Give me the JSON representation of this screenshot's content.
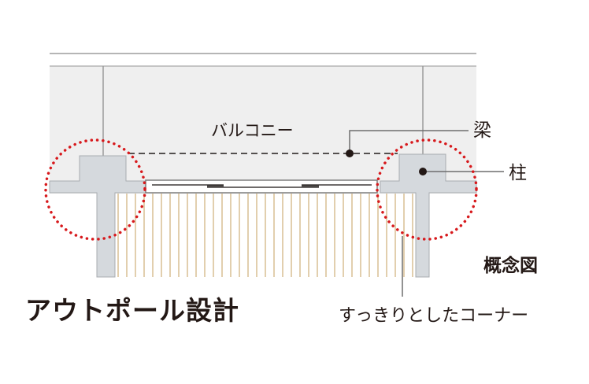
{
  "diagram": {
    "title": "アウトポール設計",
    "concept_label": "概念図",
    "labels": {
      "balcony": "バルコニー",
      "beam": "梁",
      "pillar": "柱",
      "corner": "すっきりとしたコーナー"
    },
    "colors": {
      "balcony_fill": "#efefef",
      "structure_fill": "#d5d9dd",
      "structure_stroke": "#a8acb0",
      "highlight_dots": "#d7191c",
      "curtain_lines": "#e2cfae",
      "text": "#231815"
    }
  }
}
